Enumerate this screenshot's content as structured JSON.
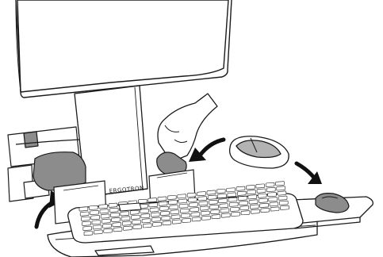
{
  "figure": {
    "brand_label": "ERGOTRON",
    "colors": {
      "line": "#1a1a1a",
      "grey": "#8c8c8c",
      "light_grey": "#b3b3b3",
      "dark_grey": "#3c3c3c",
      "fill": "#ffffff",
      "arrow": "#111111"
    },
    "icons": [
      "monitor",
      "hand",
      "keyboard",
      "mouse",
      "mouse-tray",
      "bin",
      "clamp",
      "arrow"
    ]
  }
}
